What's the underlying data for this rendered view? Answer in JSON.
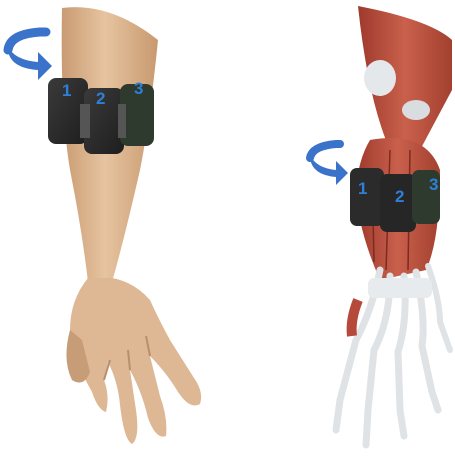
{
  "left": {
    "sensor_labels": [
      "1",
      "2",
      "3"
    ],
    "rotation_icon": "curved-rotation-arrow-icon"
  },
  "right": {
    "sensor_labels": [
      "1",
      "2",
      "3"
    ],
    "rotation_icon": "curved-rotation-arrow-icon"
  },
  "colors": {
    "arrow_blue": "#3a73c9",
    "label_blue": "#2f7fd6",
    "skin": "#d9b48c",
    "muscle": "#b5493a",
    "tendon": "#dfe3e6",
    "band": "#2b2b2b"
  }
}
